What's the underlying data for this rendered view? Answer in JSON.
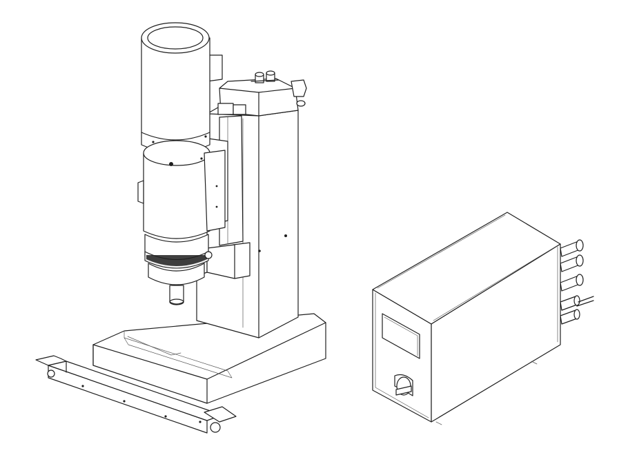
{
  "figure": {
    "kind": "line-drawing",
    "subjects": [
      "press-machine",
      "control-box"
    ],
    "line_color": "#1e1e1e",
    "background": "#ffffff"
  }
}
